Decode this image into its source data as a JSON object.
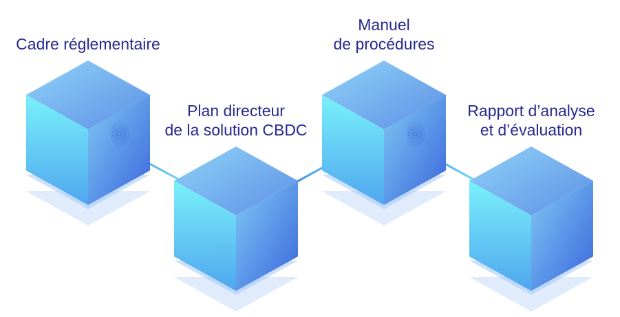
{
  "colors": {
    "label": "#27288f",
    "cube_top_light": "#8fd3f7",
    "cube_top_dark": "#5e8fe6",
    "cube_left_light": "#79f1fb",
    "cube_left_dark": "#4fa6ee",
    "cube_right_light": "#7fc8f4",
    "cube_right_dark": "#3a66dc",
    "layer": "#a6c9f6",
    "connector": "#4ec4f0"
  },
  "steps": [
    {
      "label_lines": [
        "Cadre réglementaire"
      ]
    },
    {
      "label_lines": [
        "Plan directeur",
        "de la solution CBDC"
      ]
    },
    {
      "label_lines": [
        "Manuel",
        "de procédures"
      ]
    },
    {
      "label_lines": [
        "Rapport d’analyse",
        "et d’évaluation"
      ]
    }
  ]
}
